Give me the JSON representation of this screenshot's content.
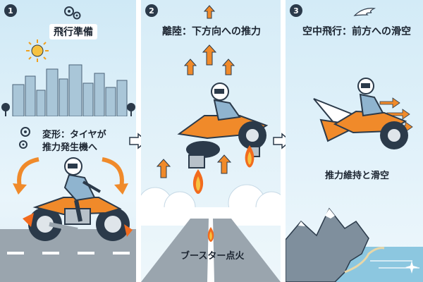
{
  "panels": [
    {
      "number": "1",
      "title": "飛行準備",
      "step_label_line1": "変形：タイヤが",
      "step_label_line2": "推力発生機へ"
    },
    {
      "number": "2",
      "title": "離陸：下方向への推力",
      "bottom_label": "ブースター点火"
    },
    {
      "number": "3",
      "title": "空中飛行：前方への滑空",
      "mid_label": "推力維持と滑空"
    }
  ],
  "colors": {
    "accent_orange": "#f08a2a",
    "arrow_orange": "#f26b1d",
    "dark_outline": "#2b3a4a",
    "sky": "#d6ecf7",
    "road": "#9aa5ae",
    "sea": "#8cc7e0"
  },
  "icons": [
    "gear-icon",
    "sun-icon",
    "wing-icon",
    "flame-icon",
    "sparkle-icon",
    "arrow-right-icon"
  ]
}
